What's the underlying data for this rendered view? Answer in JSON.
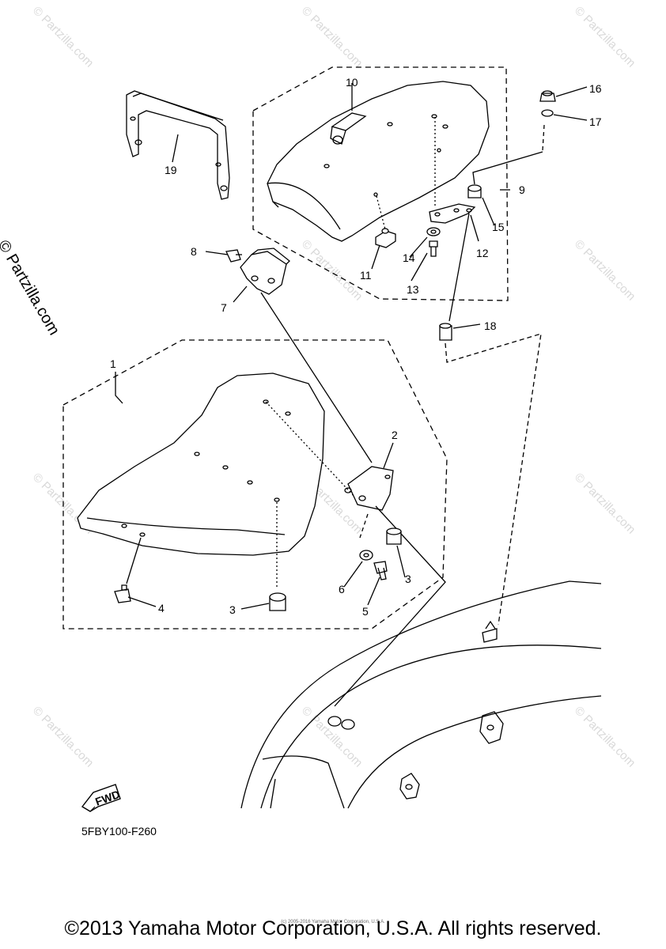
{
  "watermark": "© Partzilla.com",
  "side_watermark": "© Partzilla.com",
  "diagram_code": "5FBY100-F260",
  "fwd_label": "FWD",
  "copyright": "©2013 Yamaha Motor Corporation, U.S.A. All rights reserved.",
  "small_copyright": "(c) 2005-2016 Yamaha Motor Corporation, U.S.A.",
  "callouts": {
    "c1": "1",
    "c2": "2",
    "c3a": "3",
    "c3b": "3",
    "c4": "4",
    "c5": "5",
    "c6": "6",
    "c7": "7",
    "c8": "8",
    "c9": "9",
    "c10": "10",
    "c11": "11",
    "c12": "12",
    "c13": "13",
    "c14": "14",
    "c15": "15",
    "c16": "16",
    "c17": "17",
    "c18": "18",
    "c19": "19"
  }
}
